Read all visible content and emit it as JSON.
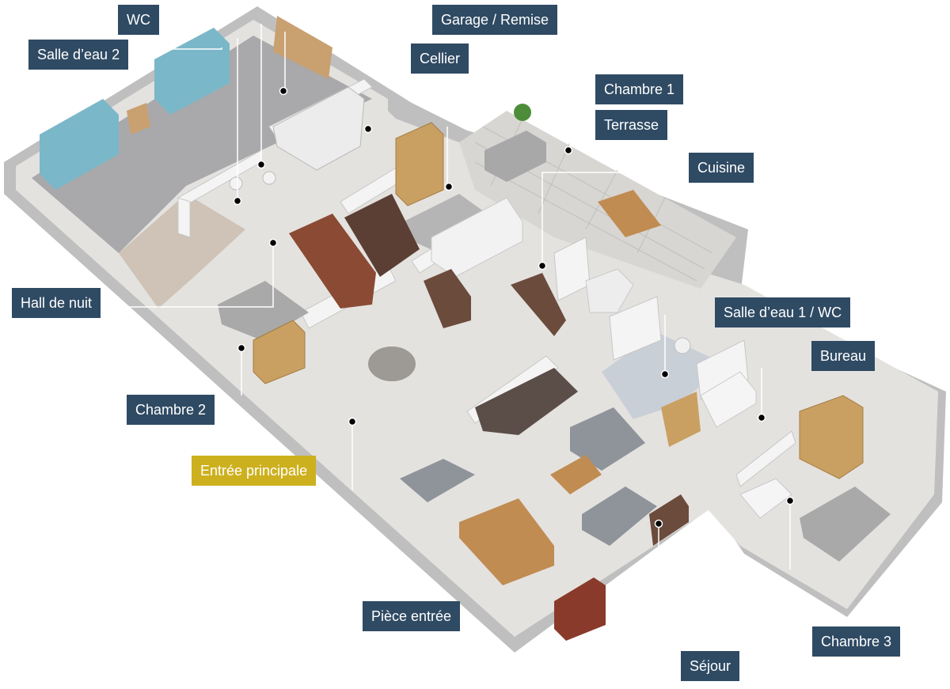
{
  "rooms": [
    {
      "id": "wc",
      "label": "WC"
    },
    {
      "id": "salle-deau-2",
      "label": "Salle d’eau 2"
    },
    {
      "id": "garage-remise",
      "label": "Garage / Remise"
    },
    {
      "id": "cellier",
      "label": "Cellier"
    },
    {
      "id": "chambre-1",
      "label": "Chambre 1"
    },
    {
      "id": "terrasse",
      "label": "Terrasse"
    },
    {
      "id": "cuisine",
      "label": "Cuisine"
    },
    {
      "id": "hall-de-nuit",
      "label": "Hall de nuit"
    },
    {
      "id": "salle-deau-1-wc",
      "label": "Salle d’eau 1 / WC"
    },
    {
      "id": "bureau",
      "label": "Bureau"
    },
    {
      "id": "chambre-2",
      "label": "Chambre 2"
    },
    {
      "id": "entree-principale",
      "label": "Entrée principale"
    },
    {
      "id": "piece-entree",
      "label": "Pièce entrée"
    },
    {
      "id": "chambre-3",
      "label": "Chambre 3"
    },
    {
      "id": "sejour",
      "label": "Séjour"
    }
  ],
  "colors": {
    "label_bg": "#2f4a63",
    "label_accent_bg": "#cdb01e",
    "label_text": "#ffffff"
  }
}
